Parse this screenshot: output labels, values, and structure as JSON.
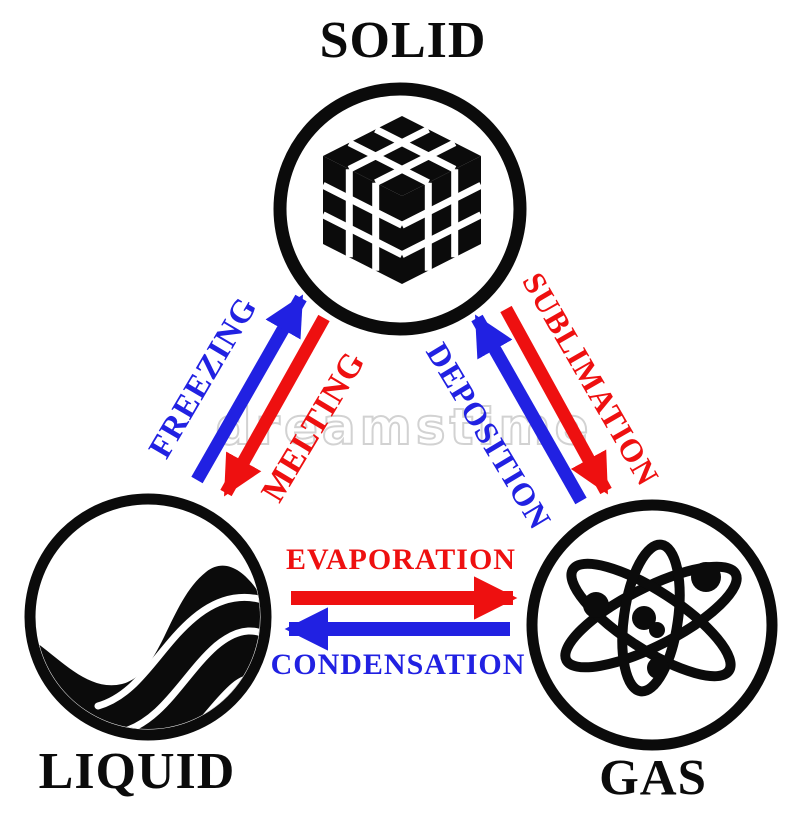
{
  "states": {
    "solid": {
      "label": "SOLID",
      "icon": "cube-icon"
    },
    "liquid": {
      "label": "LIQUID",
      "icon": "wave-icon"
    },
    "gas": {
      "label": "GAS",
      "icon": "atom-icon"
    }
  },
  "transitions": {
    "freezing": {
      "label": "FREEZING",
      "color": "#2121e2",
      "from": "liquid",
      "to": "solid"
    },
    "melting": {
      "label": "MELTING",
      "color": "#ee1010",
      "from": "solid",
      "to": "liquid"
    },
    "deposition": {
      "label": "DEPOSITION",
      "color": "#2121e2",
      "from": "gas",
      "to": "solid"
    },
    "sublimation": {
      "label": "SUBLIMATION",
      "color": "#ee1010",
      "from": "solid",
      "to": "gas"
    },
    "evaporation": {
      "label": "EVAPORATION",
      "color": "#ee1010",
      "from": "liquid",
      "to": "gas"
    },
    "condensation": {
      "label": "CONDENSATION",
      "color": "#2121e2",
      "from": "gas",
      "to": "liquid"
    }
  },
  "colors": {
    "red": "#ee1010",
    "blue": "#2121e2",
    "ink": "#0b0b0b",
    "watermark": "#d2d2d2"
  },
  "watermark": {
    "text": "dreamstime"
  }
}
